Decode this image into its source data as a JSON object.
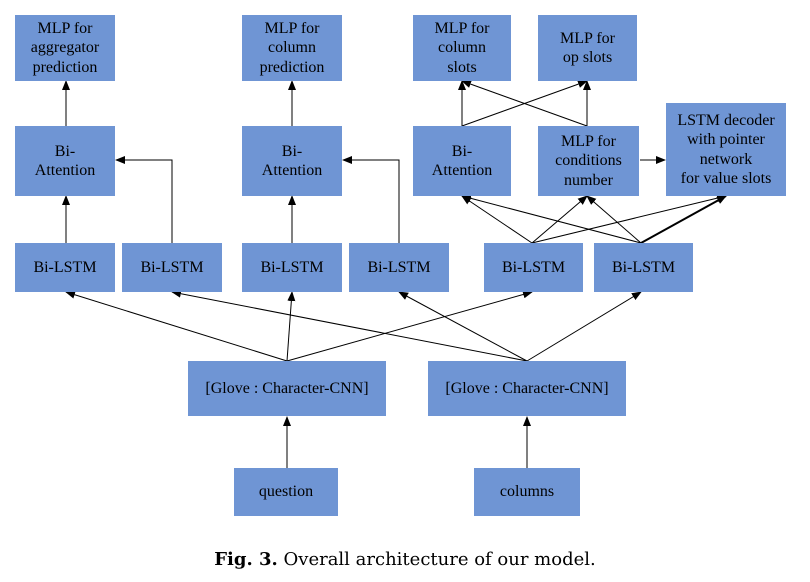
{
  "nodes": {
    "mlp_agg": "MLP for\naggregator\nprediction",
    "mlp_col": "MLP for\ncolumn\nprediction",
    "mlp_colslots": "MLP for\ncolumn\nslots",
    "mlp_op": "MLP for\nop slots",
    "biatt1": "Bi-\nAttention",
    "biatt2": "Bi-\nAttention",
    "biatt3": "Bi-\nAttention",
    "mlp_cond": "MLP for\nconditions\nnumber",
    "lstm_dec": "LSTM decoder\nwith pointer\nnetwork\nfor value slots",
    "bilstm1": "Bi-LSTM",
    "bilstm2": "Bi-LSTM",
    "bilstm3": "Bi-LSTM",
    "bilstm4": "Bi-LSTM",
    "bilstm5": "Bi-LSTM",
    "bilstm6": "Bi-LSTM",
    "glove_q": "[Glove : Character-CNN]",
    "glove_c": "[Glove : Character-CNN]",
    "question": "question",
    "columns": "columns"
  },
  "caption": {
    "label": "Fig. 3.",
    "text": "Overall architecture of our model."
  }
}
